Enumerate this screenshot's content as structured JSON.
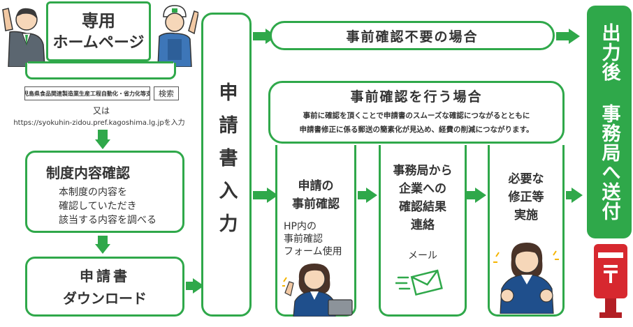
{
  "homepage": {
    "title_line1": "専用",
    "title_line2": "ホームページ",
    "search_text": "鹿児島県食品関連製造業生産工程自動化・省力化等支援",
    "search_button": "検索",
    "or_text": "又は",
    "url_text": "https://syokuhin-zidou.pref.kagoshima.lg.jpを入力"
  },
  "confirm": {
    "title": "制度内容確認",
    "line1": "本制度の内容を",
    "line2": "確認していただき",
    "line3": "該当する内容を調べる"
  },
  "download": {
    "line1": "申請書",
    "line2": "ダウンロード"
  },
  "application_input": "申請書入力",
  "no_precheck": "事前確認不要の場合",
  "precheck": {
    "title": "事前確認を行う場合",
    "desc1": "事前に確認を頂くことで申請書のスムーズな確認につながるとともに",
    "desc2": "申請書修正に係る郵送の簡素化が見込め、経費の削減につながります。"
  },
  "step1": {
    "line1": "申請の",
    "line2": "事前確認",
    "sub1": "HP内の",
    "sub2": "事前確認",
    "sub3": "フォーム使用"
  },
  "step2": {
    "line1": "事務局から",
    "line2": "企業への",
    "line3": "確認結果",
    "line4": "連絡",
    "sub": "メール"
  },
  "step3": {
    "line1": "必要な",
    "line2": "修正等",
    "line3": "実施"
  },
  "final": "出力後 事務局へ送付",
  "colors": {
    "green": "#2fa84a",
    "dark": "#333333",
    "post_red": "#d7282f"
  }
}
